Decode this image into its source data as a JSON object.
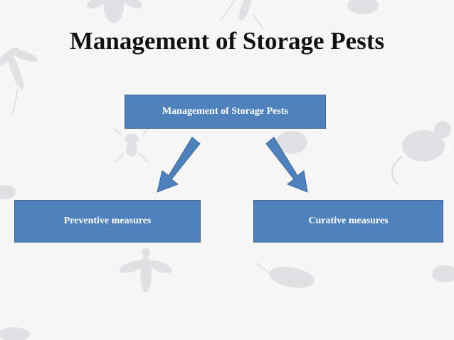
{
  "slide": {
    "title": "Management of Storage Pests"
  },
  "diagram": {
    "root": "Management of Storage Pests",
    "left_child": "Preventive measures",
    "right_child": "Curative measures"
  },
  "colors": {
    "box_fill": "#4f81bd",
    "box_border": "#3a6596",
    "box_text": "#ffffff",
    "background": "#f7f7f8",
    "insect_silhouette": "#e1e1e4"
  },
  "decorations": [
    "mosquito-icon",
    "fly-icon",
    "ant-icon",
    "beetle-icon",
    "rat-icon",
    "cockroach-icon",
    "wasp-icon"
  ]
}
